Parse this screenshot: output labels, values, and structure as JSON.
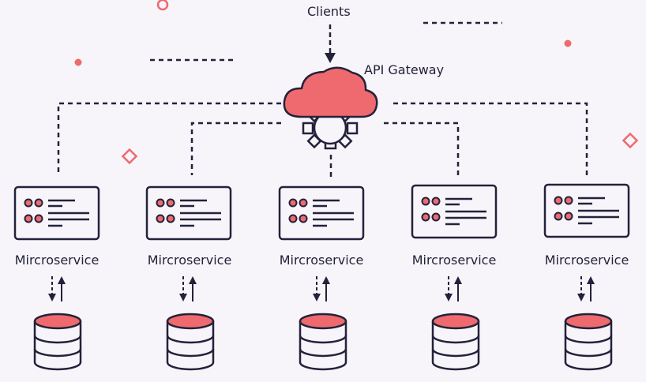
{
  "diagram": {
    "clients_label": "Clients",
    "gateway_label": "API Gateway",
    "services": [
      {
        "label": "Mircroservice"
      },
      {
        "label": "Mircroservice"
      },
      {
        "label": "Mircroservice"
      },
      {
        "label": "Mircroservice"
      },
      {
        "label": "Mircroservice"
      }
    ]
  },
  "colors": {
    "ink": "#23223a",
    "accent": "#ee6a6e",
    "background": "#f7f5fa"
  }
}
